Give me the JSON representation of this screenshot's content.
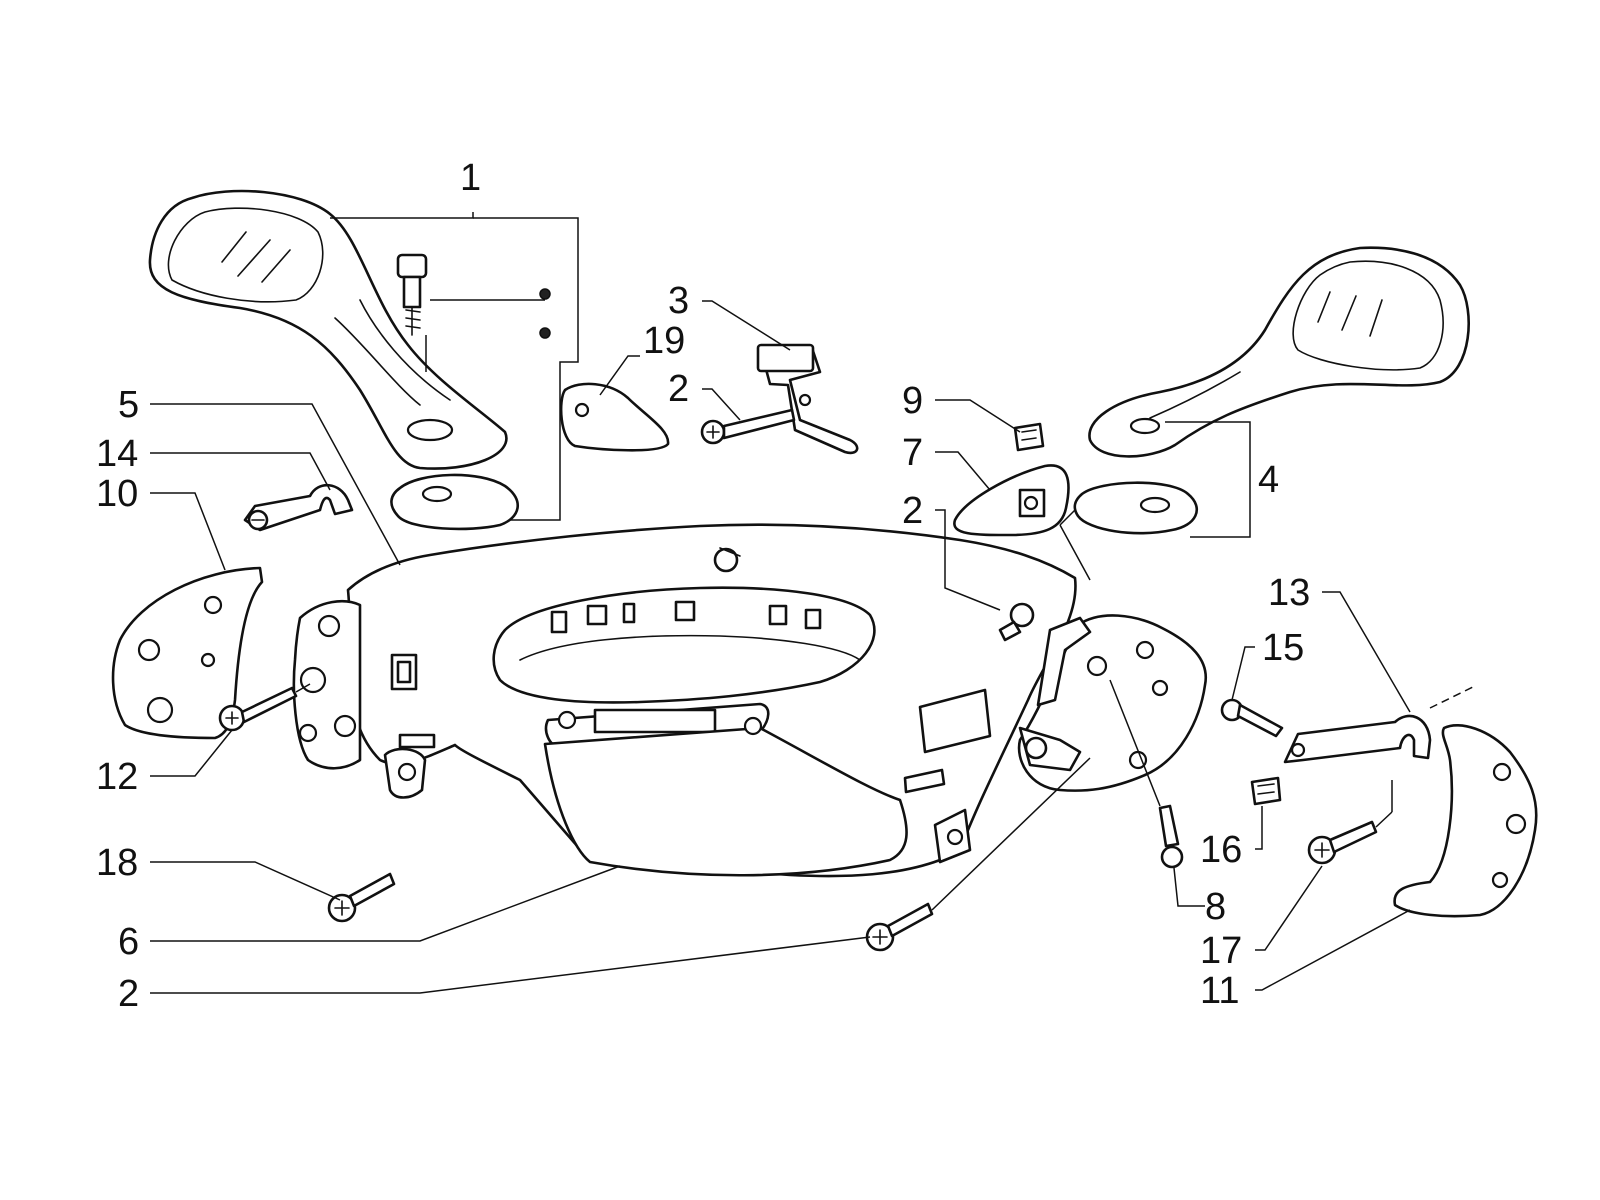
{
  "callouts": {
    "c1": "1",
    "c2_a": "2",
    "c2_b": "2",
    "c2_c": "2",
    "c3": "3",
    "c4": "4",
    "c5": "5",
    "c6": "6",
    "c7": "7",
    "c8": "8",
    "c9": "9",
    "c10": "10",
    "c11": "11",
    "c12": "12",
    "c13": "13",
    "c14": "14",
    "c15": "15",
    "c16": "16",
    "c17": "17",
    "c18": "18",
    "c19": "19"
  }
}
